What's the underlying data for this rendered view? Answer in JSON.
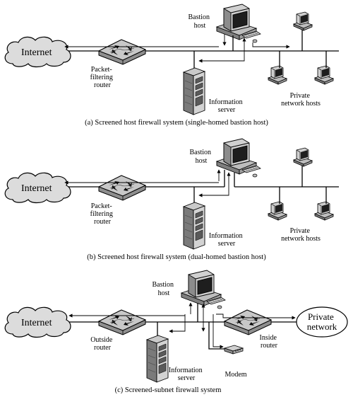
{
  "panel_a": {
    "internet": "Internet",
    "bastion": [
      "Bastion",
      "host"
    ],
    "router": [
      "Packet-",
      "filtering",
      "router"
    ],
    "info_server": [
      "Information",
      "server"
    ],
    "private_hosts": [
      "Private",
      "network hosts"
    ],
    "caption": "(a) Screened host firewall system (single-homed bastion host)"
  },
  "panel_b": {
    "internet": "Internet",
    "bastion": [
      "Bastion",
      "host"
    ],
    "router": [
      "Packet-",
      "filtering",
      "router"
    ],
    "info_server": [
      "Information",
      "server"
    ],
    "private_hosts": [
      "Private",
      "network hosts"
    ],
    "caption": "(b) Screened host firewall system (dual-homed bastion host)"
  },
  "panel_c": {
    "internet": "Internet",
    "bastion": [
      "Bastion",
      "host"
    ],
    "outside_router": [
      "Outside",
      "router"
    ],
    "inside_router": [
      "Inside",
      "router"
    ],
    "info_server": [
      "Information",
      "server"
    ],
    "modem": "Modem",
    "private_network": [
      "Private",
      "network"
    ],
    "caption": "(c) Screened-subnet firewall system"
  },
  "colors": {
    "line": "#000000",
    "device_fill": "#cfcfcf",
    "device_dark": "#9a9a9a"
  }
}
